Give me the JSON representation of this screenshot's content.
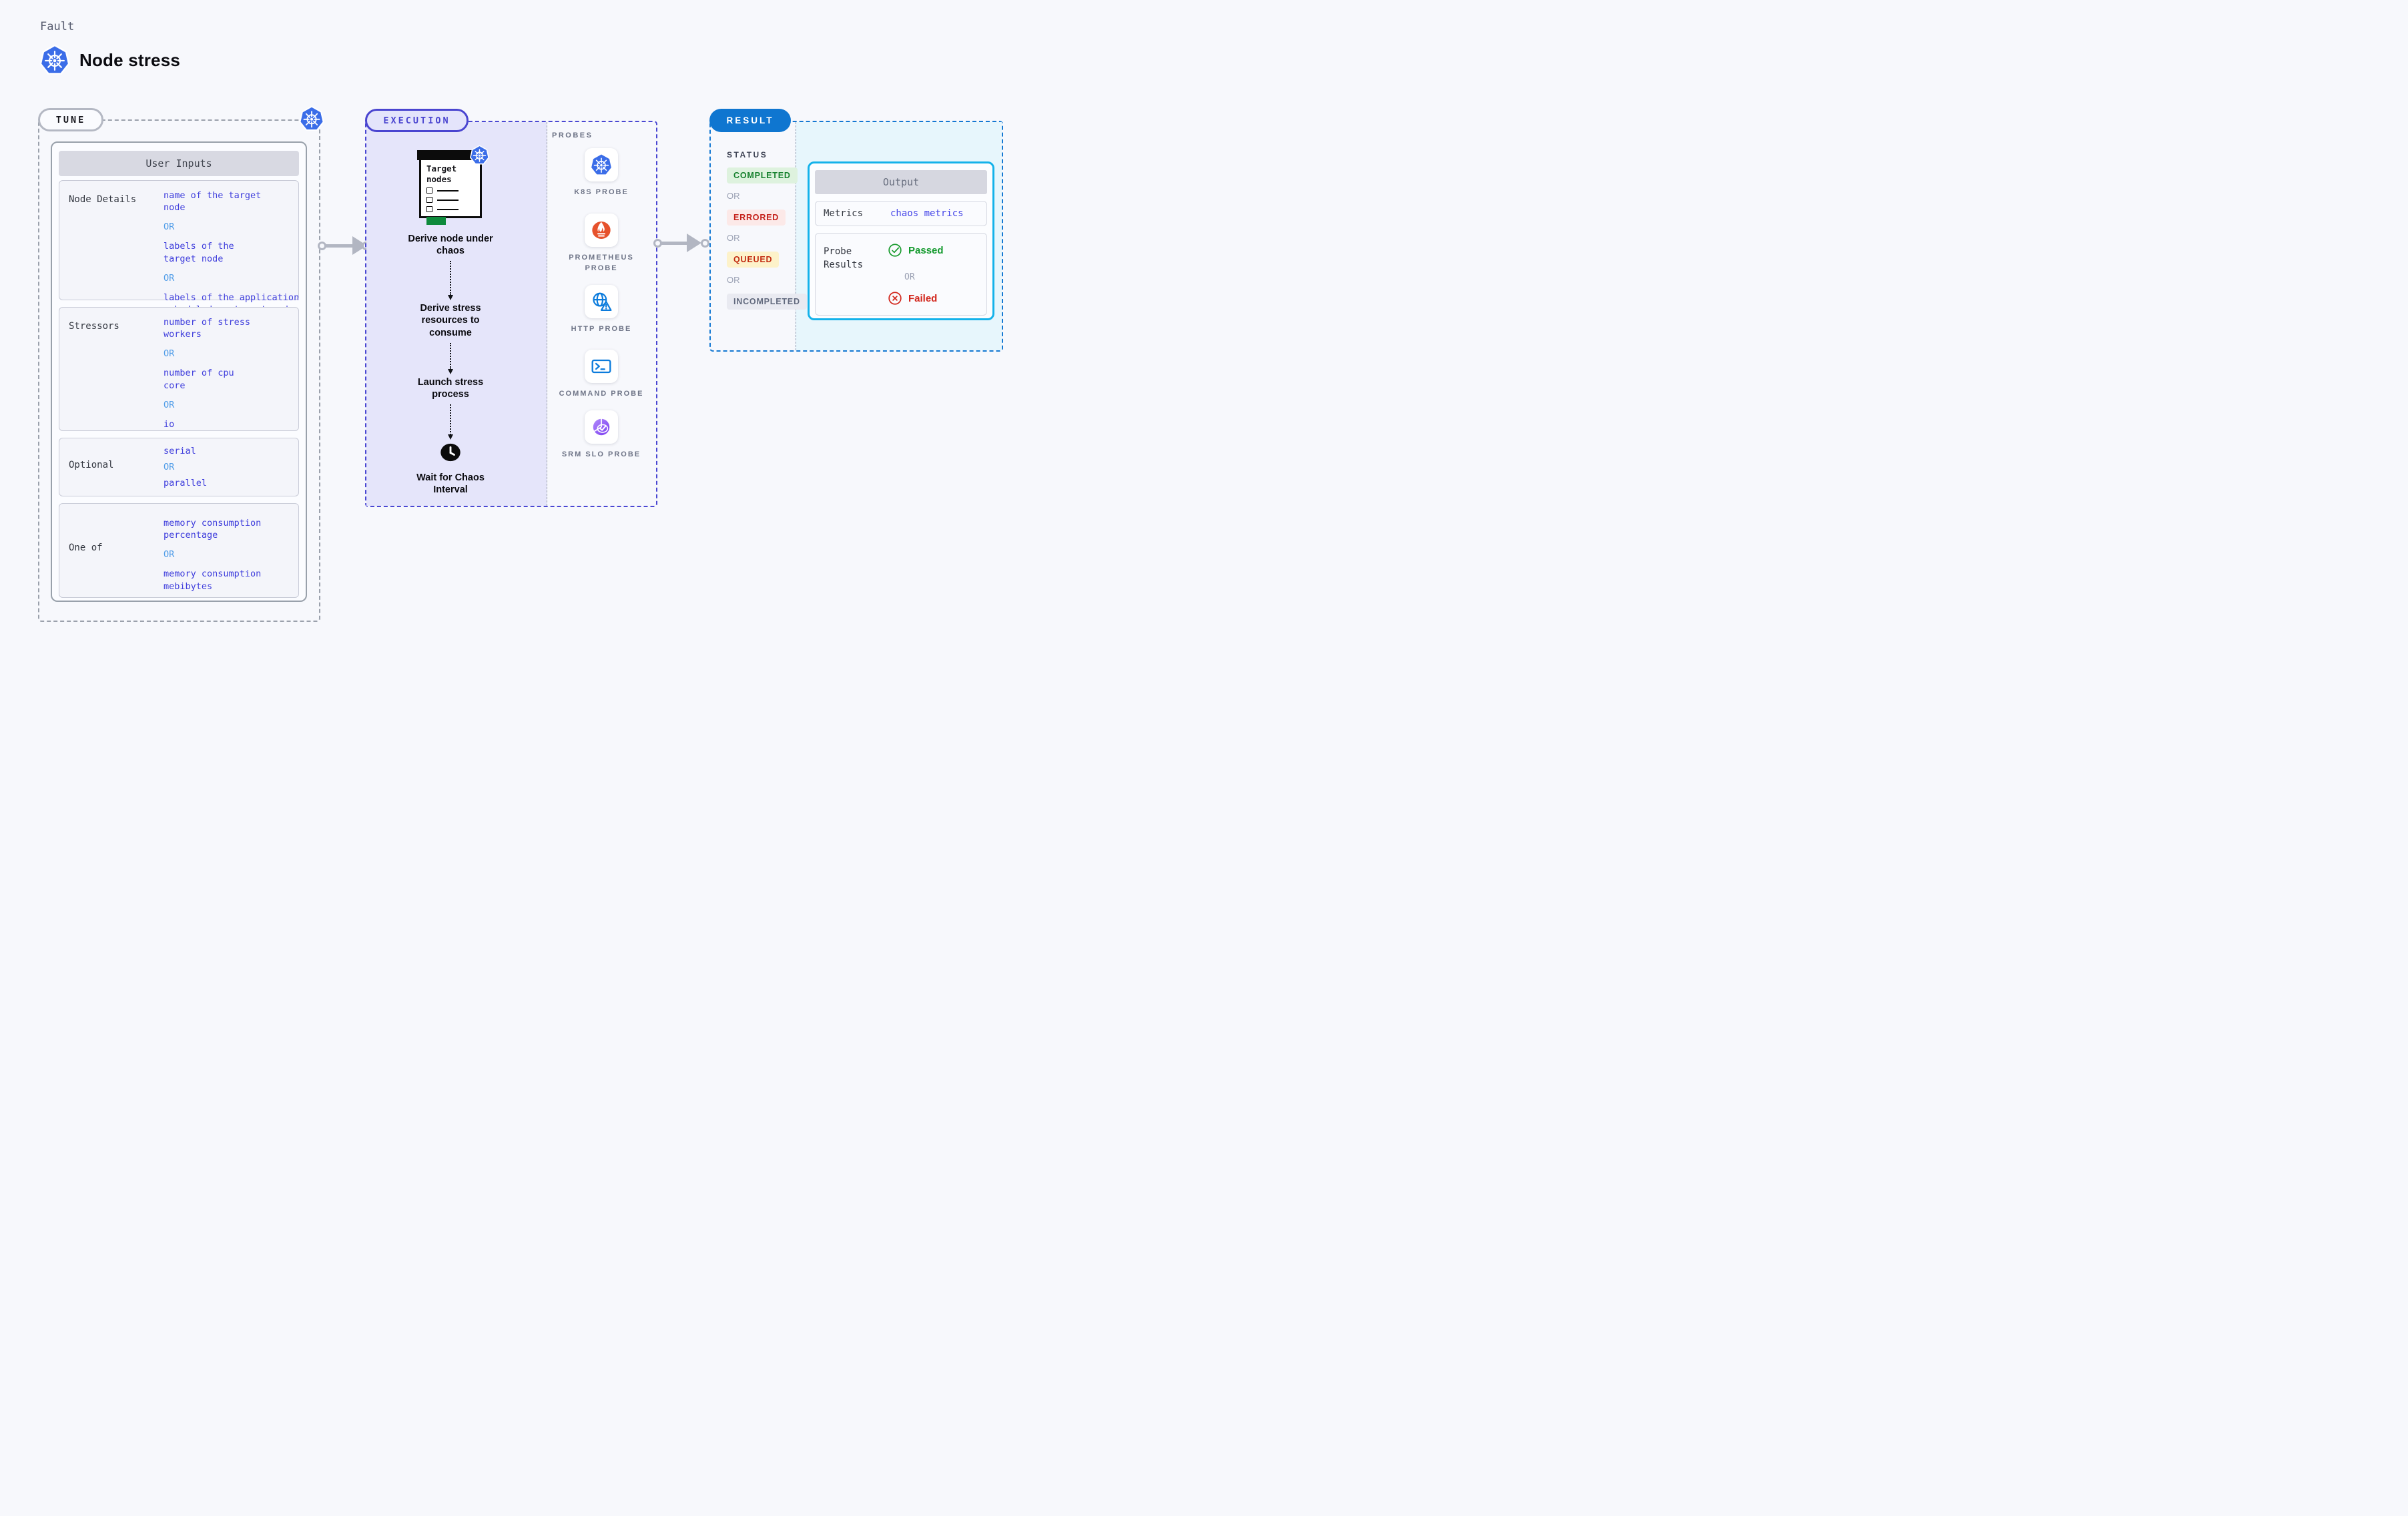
{
  "page": {
    "eyebrow": "Fault",
    "title": "Node stress"
  },
  "tune": {
    "badge": "TUNE",
    "table_header": "User Inputs",
    "or": "OR",
    "rows": [
      {
        "label": "Node Details",
        "values": [
          "name of the target\nnode",
          "OR",
          "labels of the\ntarget node",
          "OR",
          "labels of the application\nscheduled on target node"
        ]
      },
      {
        "label": "Stressors",
        "values": [
          "number of stress\nworkers",
          "OR",
          "number of cpu\ncore",
          "OR",
          "io"
        ]
      },
      {
        "label": "Optional",
        "values": [
          "serial",
          "OR",
          "parallel"
        ]
      },
      {
        "label": "One of",
        "values": [
          "memory consumption\npercentage",
          "OR",
          "memory consumption\nmebibytes"
        ]
      }
    ]
  },
  "execution": {
    "badge": "EXECUTION",
    "clipboard_title": "Target\nnodes",
    "steps": [
      "Derive node under\nchaos",
      "Derive stress\nresources to\nconsume",
      "Launch stress\nprocess",
      "Wait for Chaos\nInterval"
    ]
  },
  "probes": {
    "label": "PROBES",
    "items": [
      {
        "name": "K8S PROBE",
        "icon": "kubernetes-icon"
      },
      {
        "name": "PROMETHEUS PROBE",
        "icon": "prometheus-flame-icon"
      },
      {
        "name": "HTTP PROBE",
        "icon": "globe-alert-icon"
      },
      {
        "name": "COMMAND PROBE",
        "icon": "terminal-icon"
      },
      {
        "name": "SRM SLO PROBE",
        "icon": "pie-check-icon"
      }
    ]
  },
  "result": {
    "badge": "RESULT",
    "status_label": "STATUS",
    "or": "OR",
    "statuses": [
      {
        "label": "COMPLETED"
      },
      {
        "label": "ERRORED"
      },
      {
        "label": "QUEUED"
      },
      {
        "label": "INCOMPLETED"
      }
    ],
    "output": {
      "header": "Output",
      "metrics_label": "Metrics",
      "metrics_value": "chaos metrics",
      "probe_results_label": "Probe\nResults",
      "passed": "Passed",
      "failed": "Failed"
    }
  },
  "colors": {
    "background": "#f7f8fc",
    "value_blue": "#3d3cdc",
    "or_blue": "#4f9ce8",
    "indigo": "#4a45d0",
    "lavender_fill": "#e5e5fa",
    "result_blue": "#0f76d0",
    "cyan_border": "#14b2ea",
    "cyan_fill": "#e7f6fc",
    "completed_green": "#17812e",
    "passed_green": "#149a2e",
    "errored_red": "#c42019",
    "failed_red": "#d2261c",
    "queued_bg": "#fdf2ca",
    "kubernetes_blue": "#3b6de8",
    "prometheus_orange": "#e6522c",
    "http_blue": "#0b7bdc",
    "slo_purple": "#8b5cf6",
    "clipboard_green": "#0e8a3c",
    "arrow_gray": "#b2b6c2"
  }
}
